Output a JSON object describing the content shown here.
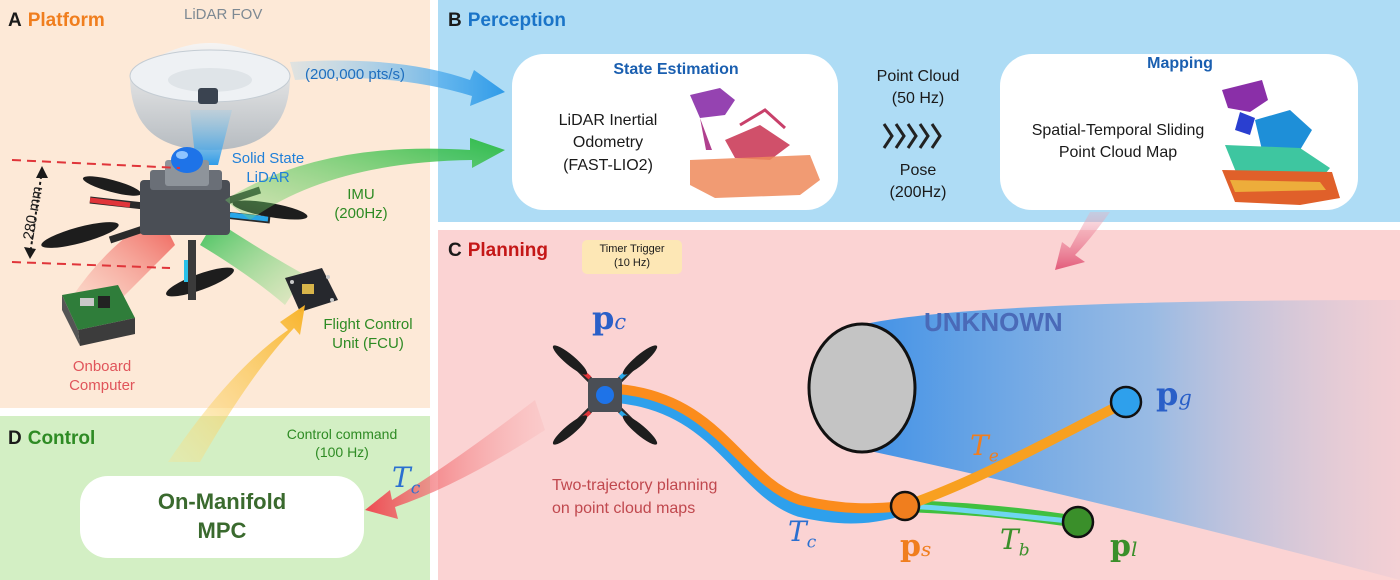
{
  "panels": {
    "a": {
      "letter": "A",
      "title": "Platform",
      "color": "#f07e1e"
    },
    "b": {
      "letter": "B",
      "title": "Perception",
      "color": "#1a74c8"
    },
    "c": {
      "letter": "C",
      "title": "Planning",
      "color": "#c41717"
    },
    "d": {
      "letter": "D",
      "title": "Control",
      "color": "#2e8b24"
    }
  },
  "platform": {
    "lidar_fov": "LiDAR FOV",
    "pts_rate": "(200,000 pts/s)",
    "lidar_line1": "Solid State",
    "lidar_line2": "LiDAR",
    "imu_line1": "IMU",
    "imu_line2": "(200Hz)",
    "size": "280 mm",
    "fcu_line1": "Flight Control",
    "fcu_line2": "Unit (FCU)",
    "computer_line1": "Onboard",
    "computer_line2": "Computer"
  },
  "perception": {
    "state_estimation_title": "State Estimation",
    "lio_line1": "LiDAR Inertial",
    "lio_line2": "Odometry",
    "lio_line3": "(FAST-LIO2)",
    "pc_line1": "Point Cloud",
    "pc_line2": "(50 Hz)",
    "pose_line1": "Pose",
    "pose_line2": "(200Hz)",
    "mapping_title": "Mapping",
    "map_line1": "Spatial-Temporal Sliding",
    "map_line2": "Point Cloud Map"
  },
  "planning": {
    "timer_line1": "Timer Trigger",
    "timer_line2": "(10 Hz)",
    "unknown": "UNKNOWN",
    "pc_label": "p",
    "pc_sub": "c",
    "pg_label": "p",
    "pg_sub": "g",
    "ps_label": "p",
    "ps_sub": "s",
    "pl_label": "p",
    "pl_sub": "l",
    "te_label": "T",
    "te_sub": "e",
    "tc_label": "T",
    "tc_sub": "c",
    "tb_label": "T",
    "tb_sub": "b",
    "desc_line1": "Two-trajectory planning",
    "desc_line2": "on point cloud maps"
  },
  "control": {
    "cmd_line1": "Control command",
    "cmd_line2": "(100 Hz)",
    "tc_label": "T",
    "tc_sub": "c",
    "mpc_line1": "On-Manifold",
    "mpc_line2": "MPC"
  },
  "colors": {
    "orange_path": "#fb8c1c",
    "blue_path": "#2ea0ec",
    "green_path": "#40c040",
    "goal_fill": "#2ea0ec",
    "local_fill": "#3a8f2a",
    "start_fill": "#f07e1e",
    "unknown_text": "#4a6ab8"
  }
}
